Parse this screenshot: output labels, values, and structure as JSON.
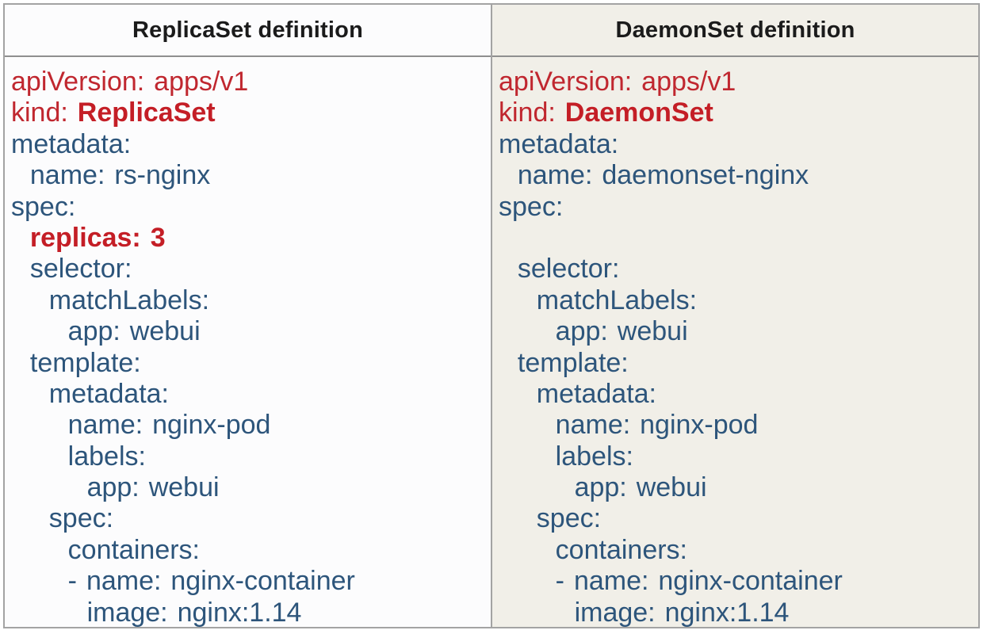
{
  "colors": {
    "code_text": "#2d557b",
    "highlight_red": "#c0272f",
    "highlight_red_bold": "#c41e26",
    "header_text": "#1b1b1b",
    "left_column_bg": "#fcfcfd",
    "right_column_bg": "#f1efe8",
    "border": "#a3a3a3"
  },
  "table": {
    "columns": [
      {
        "header": "ReplicaSet definition",
        "lines": [
          {
            "segments": [
              {
                "text": "apiVersion: apps/v1",
                "style": "red"
              }
            ]
          },
          {
            "segments": [
              {
                "text": "kind: ",
                "style": "red"
              },
              {
                "text": "ReplicaSet",
                "style": "redBold"
              }
            ]
          },
          {
            "segments": [
              {
                "text": "metadata:",
                "style": "blue"
              }
            ]
          },
          {
            "segments": [
              {
                "text": "  name: rs-nginx",
                "style": "blue"
              }
            ]
          },
          {
            "segments": [
              {
                "text": "spec:",
                "style": "blue"
              }
            ]
          },
          {
            "segments": [
              {
                "text": "  replicas: 3",
                "style": "redBold"
              }
            ]
          },
          {
            "segments": [
              {
                "text": "  selector:",
                "style": "blue"
              }
            ]
          },
          {
            "segments": [
              {
                "text": "    matchLabels:",
                "style": "blue"
              }
            ]
          },
          {
            "segments": [
              {
                "text": "      app: webui",
                "style": "blue"
              }
            ]
          },
          {
            "segments": [
              {
                "text": "  template:",
                "style": "blue"
              }
            ]
          },
          {
            "segments": [
              {
                "text": "    metadata:",
                "style": "blue"
              }
            ]
          },
          {
            "segments": [
              {
                "text": "      name: nginx-pod",
                "style": "blue"
              }
            ]
          },
          {
            "segments": [
              {
                "text": "      labels:",
                "style": "blue"
              }
            ]
          },
          {
            "segments": [
              {
                "text": "        app: webui",
                "style": "blue"
              }
            ]
          },
          {
            "segments": [
              {
                "text": "    spec:",
                "style": "blue"
              }
            ]
          },
          {
            "segments": [
              {
                "text": "      containers:",
                "style": "blue"
              }
            ]
          },
          {
            "segments": [
              {
                "text": "      - name: nginx-container",
                "style": "blue"
              }
            ]
          },
          {
            "segments": [
              {
                "text": "        image: nginx:1.14",
                "style": "blue"
              }
            ]
          }
        ]
      },
      {
        "header": "DaemonSet definition",
        "lines": [
          {
            "segments": [
              {
                "text": "apiVersion: apps/v1",
                "style": "red"
              }
            ]
          },
          {
            "segments": [
              {
                "text": "kind: ",
                "style": "red"
              },
              {
                "text": "DaemonSet",
                "style": "redBold"
              }
            ]
          },
          {
            "segments": [
              {
                "text": "metadata:",
                "style": "blue"
              }
            ]
          },
          {
            "segments": [
              {
                "text": "  name: daemonset-nginx",
                "style": "blue"
              }
            ]
          },
          {
            "segments": [
              {
                "text": "spec:",
                "style": "blue"
              }
            ]
          },
          {
            "segments": []
          },
          {
            "segments": [
              {
                "text": "  selector:",
                "style": "blue"
              }
            ]
          },
          {
            "segments": [
              {
                "text": "    matchLabels:",
                "style": "blue"
              }
            ]
          },
          {
            "segments": [
              {
                "text": "      app: webui",
                "style": "blue"
              }
            ]
          },
          {
            "segments": [
              {
                "text": "  template:",
                "style": "blue"
              }
            ]
          },
          {
            "segments": [
              {
                "text": "    metadata:",
                "style": "blue"
              }
            ]
          },
          {
            "segments": [
              {
                "text": "      name: nginx-pod",
                "style": "blue"
              }
            ]
          },
          {
            "segments": [
              {
                "text": "      labels:",
                "style": "blue"
              }
            ]
          },
          {
            "segments": [
              {
                "text": "        app: webui",
                "style": "blue"
              }
            ]
          },
          {
            "segments": [
              {
                "text": "    spec:",
                "style": "blue"
              }
            ]
          },
          {
            "segments": [
              {
                "text": "      containers:",
                "style": "blue"
              }
            ]
          },
          {
            "segments": [
              {
                "text": "      - name: nginx-container",
                "style": "blue"
              }
            ]
          },
          {
            "segments": [
              {
                "text": "        image: nginx:1.14",
                "style": "blue"
              }
            ]
          }
        ]
      }
    ]
  }
}
